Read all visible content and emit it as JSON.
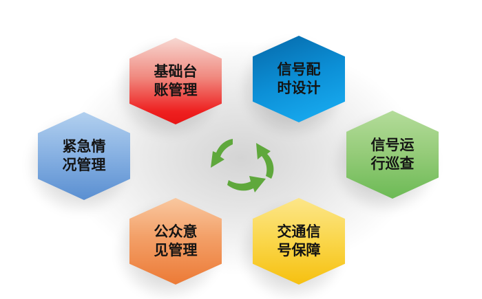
{
  "diagram": {
    "type": "hexagon-cycle",
    "center_icon": "recycle-arrows-icon",
    "nodes": [
      {
        "id": "basic-ledger",
        "label": "基础台账管理",
        "line1": "基础台",
        "line2": "账管理",
        "color_top": "#f6d3cc",
        "color_bottom": "#ee1f1f"
      },
      {
        "id": "signal-timing",
        "label": "信号配时设计",
        "line1": "信号配",
        "line2": "时设计",
        "color_top": "#0a74b9",
        "color_bottom": "#1aaaf0"
      },
      {
        "id": "signal-patrol",
        "label": "信号运行巡查",
        "line1": "信号运",
        "line2": "行巡查",
        "color_top": "#a9d68c",
        "color_bottom": "#6cba55"
      },
      {
        "id": "traffic-signal-support",
        "label": "交通信号保障",
        "line1": "交通信",
        "line2": "号保障",
        "color_top": "#fbe27a",
        "color_bottom": "#f7c513"
      },
      {
        "id": "public-opinion",
        "label": "公众意见管理",
        "line1": "公众意",
        "line2": "见管理",
        "color_top": "#f8bd8f",
        "color_bottom": "#ee7d3a"
      },
      {
        "id": "emergency",
        "label": "紧急情况管理",
        "line1": "紧急情",
        "line2": "况管理",
        "color_top": "#a7c8ec",
        "color_bottom": "#5f93d3"
      }
    ],
    "arrow_color": "#5fa83c"
  }
}
